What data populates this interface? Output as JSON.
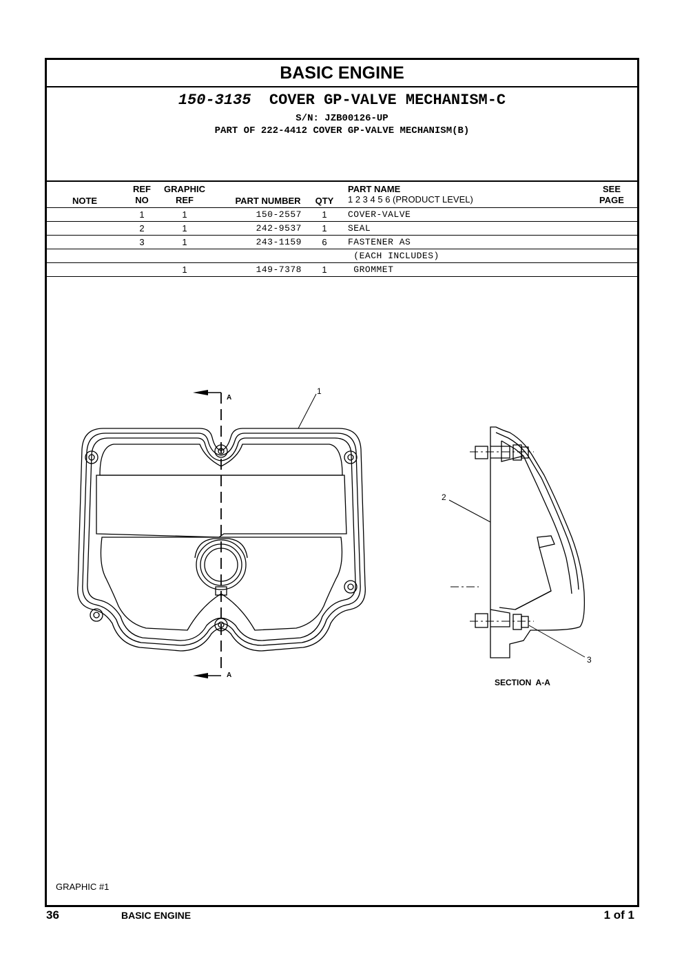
{
  "header": {
    "title": "BASIC ENGINE"
  },
  "group": {
    "part_number": "150-3135",
    "name": "COVER GP-VALVE MECHANISM-C",
    "serial": "S/N: JZB00126-UP",
    "part_of": "PART OF 222-4412 COVER GP-VALVE MECHANISM(B)"
  },
  "table": {
    "headers": {
      "note": "NOTE",
      "ref_top": "REF",
      "ref_bottom": "NO",
      "graphic_top": "GRAPHIC",
      "graphic_bottom": "REF",
      "part_number": "PART NUMBER",
      "qty": "QTY",
      "part_name_top": "PART NAME",
      "part_name_bottom": "1  2  3  4  5  6  (PRODUCT LEVEL)",
      "see_top": "SEE",
      "see_bottom": "PAGE"
    },
    "rows": [
      {
        "ref": "1",
        "graphic_ref": "1",
        "part_number": "150-2557",
        "qty": "1",
        "name": "COVER-VALVE"
      },
      {
        "ref": "2",
        "graphic_ref": "1",
        "part_number": "242-9537",
        "qty": "1",
        "name": "SEAL"
      },
      {
        "ref": "3",
        "graphic_ref": "1",
        "part_number": "243-1159",
        "qty": "6",
        "name": "FASTENER AS"
      },
      {
        "ref": "",
        "graphic_ref": "",
        "part_number": "",
        "qty": "",
        "name": " (EACH INCLUDES)"
      },
      {
        "ref": "",
        "graphic_ref": "1",
        "part_number": "149-7378",
        "qty": "1",
        "name": " GROMMET"
      }
    ]
  },
  "drawing": {
    "callouts": [
      "1",
      "2",
      "3"
    ],
    "section_mark": "A",
    "section_label": "SECTION  A-A"
  },
  "graphic_label": "GRAPHIC #1",
  "footer": {
    "page_number": "36",
    "section": "BASIC ENGINE",
    "page_of": "1 of 1"
  }
}
